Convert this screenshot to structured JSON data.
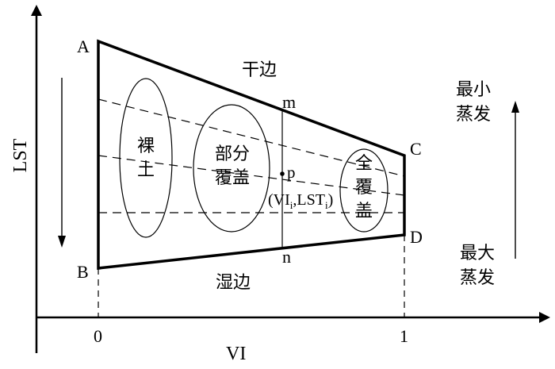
{
  "axes": {
    "x_label": "VI",
    "y_label": "LST",
    "x_tick_0": "0",
    "x_tick_1": "1"
  },
  "points": {
    "A": "A",
    "B": "B",
    "C": "C",
    "D": "D",
    "m": "m",
    "n": "n",
    "p": "p",
    "p_coord": "(VI",
    "p_coord_sub1": "i",
    "p_coord_mid": ",LST",
    "p_coord_sub2": "i",
    "p_coord_end": ")"
  },
  "edges": {
    "dry": "干边",
    "wet": "湿边"
  },
  "zones": {
    "bare_soil": [
      "裸",
      "土"
    ],
    "partial_cover": [
      "部分",
      "覆盖"
    ],
    "full_cover": [
      "全",
      "覆",
      "盖"
    ]
  },
  "evaporation": {
    "min_line1": "最小",
    "min_line2": "蒸发",
    "max_line1": "最大",
    "max_line2": "蒸发"
  },
  "colors": {
    "ink": "#000000",
    "background": "#ffffff"
  }
}
